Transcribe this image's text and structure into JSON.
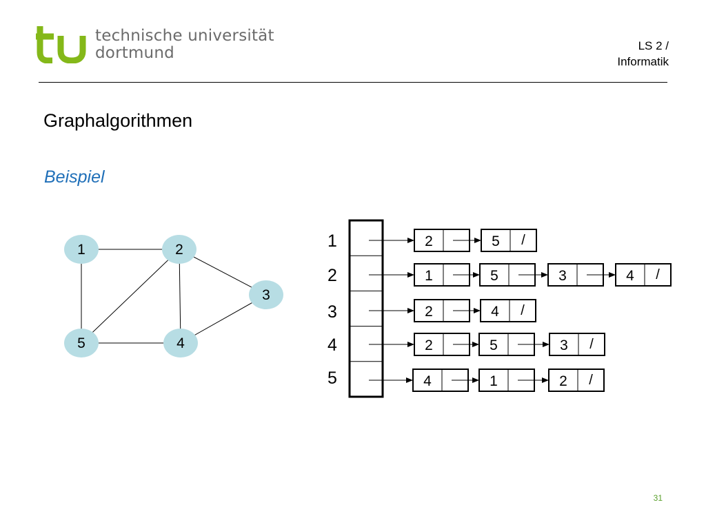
{
  "header": {
    "logo_line1": "technische universität",
    "logo_line2": "dortmund",
    "chair_line1": "LS 2 /",
    "chair_line2": "Informatik"
  },
  "slide": {
    "title": "Graphalgorithmen",
    "subtitle": "Beispiel",
    "page_number": "31"
  },
  "colors": {
    "logo_green": "#84b819",
    "subtitle_blue": "#1f6fb8",
    "page_number_green": "#5aa02c",
    "node_fill": "#b7dde4"
  },
  "graph": {
    "nodes": [
      "1",
      "2",
      "3",
      "4",
      "5"
    ],
    "edges": [
      [
        "1",
        "2"
      ],
      [
        "1",
        "5"
      ],
      [
        "2",
        "5"
      ],
      [
        "2",
        "4"
      ],
      [
        "2",
        "3"
      ],
      [
        "3",
        "4"
      ],
      [
        "4",
        "5"
      ]
    ]
  },
  "adjacency": {
    "indices": [
      "1",
      "2",
      "3",
      "4",
      "5"
    ],
    "lists": [
      {
        "items": [
          "2",
          "5"
        ],
        "terminator": "/"
      },
      {
        "items": [
          "1",
          "5",
          "3",
          "4"
        ],
        "terminator": "/"
      },
      {
        "items": [
          "2",
          "4"
        ],
        "terminator": "/"
      },
      {
        "items": [
          "2",
          "5",
          "3"
        ],
        "terminator": "/"
      },
      {
        "items": [
          "4",
          "1",
          "2"
        ],
        "terminator": "/"
      }
    ]
  }
}
